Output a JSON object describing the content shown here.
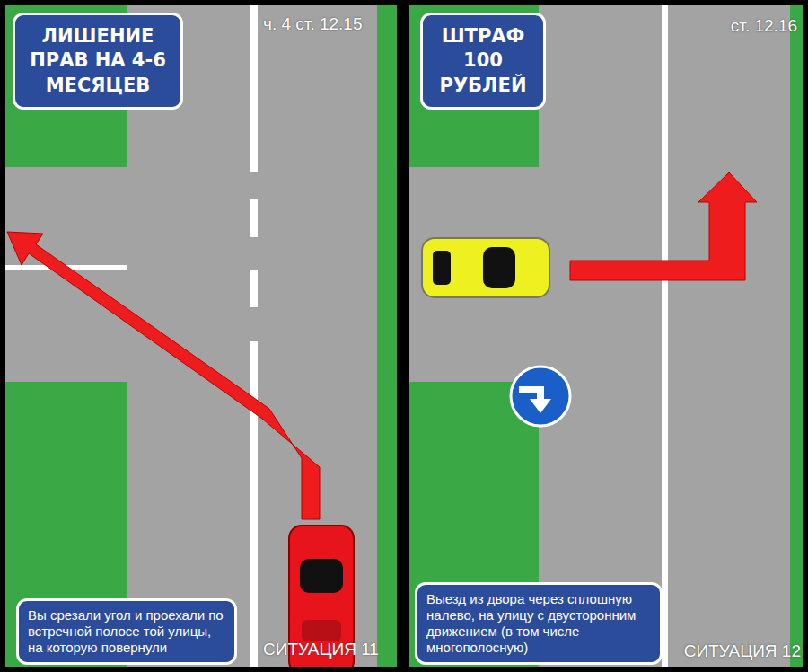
{
  "diagram": {
    "nodes": [
      {
        "text": [
          "ЛИШЕНИЕ ПРАВ НА 4-6 МЕСЯЦЕВ"
        ]
      },
      {
        "text": [
          "Вы срезали угол и проехали по встречной полосе той улицы, на которую повернули"
        ]
      },
      {
        "text": [
          "ШТРАФ 100 РУБЛЕЙ"
        ]
      },
      {
        "text": [
          "Выезд из двора через сплошную налево, на улицу с двусторонним движением (в том числе многополосную)"
        ]
      }
    ],
    "labels": [
      "ч. 4 ст. 12.15",
      "СИТУАЦИЯ 11",
      "ст. 12.16",
      "СИТУАЦИЯ 12"
    ]
  }
}
